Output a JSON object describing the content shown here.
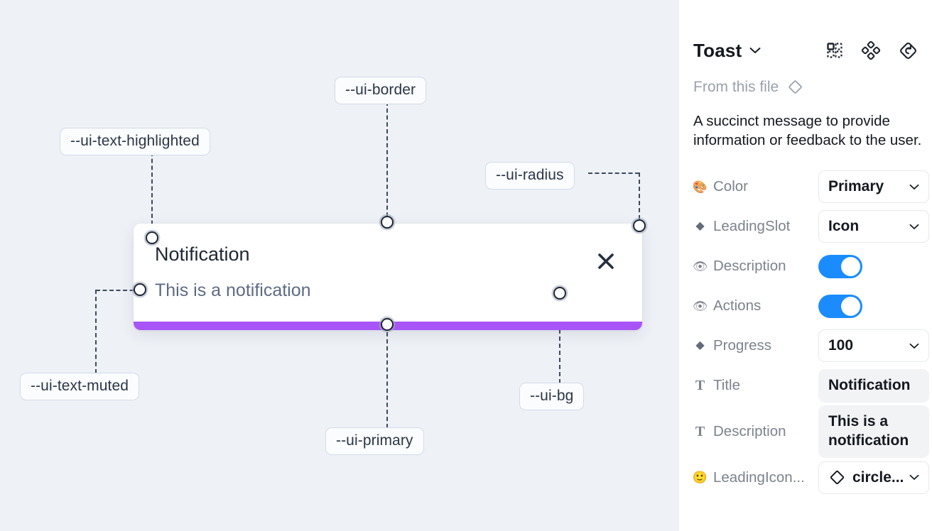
{
  "canvas": {
    "tokens": [
      {
        "name": "ui-text-highlighted",
        "label": "--ui-text-highlighted"
      },
      {
        "name": "ui-border",
        "label": "--ui-border"
      },
      {
        "name": "ui-radius",
        "label": "--ui-radius"
      },
      {
        "name": "ui-text-muted",
        "label": "--ui-text-muted"
      },
      {
        "name": "ui-primary",
        "label": "--ui-primary"
      },
      {
        "name": "ui-bg",
        "label": "--ui-bg"
      }
    ],
    "toast": {
      "title": "Notification",
      "description": "This is a notification",
      "close_icon": "close-icon",
      "progress_color": "#a855f7"
    },
    "background_color": "#eef1f6"
  },
  "panel": {
    "title": "Toast",
    "from_file_label": "From this file",
    "description": "A succinct message to provide information or feedback to the user.",
    "header_icons": [
      {
        "name": "component-grid-icon"
      },
      {
        "name": "variants-diamonds-icon"
      },
      {
        "name": "reset-instance-icon"
      }
    ],
    "properties": [
      {
        "icon": "palette-emoji",
        "glyph": "🎨",
        "label": "Color",
        "control": "select",
        "value": "Primary"
      },
      {
        "icon": "diamond-icon",
        "glyph": "◆",
        "label": "LeadingSlot",
        "control": "select",
        "value": "Icon"
      },
      {
        "icon": "eye-emoji",
        "glyph": "👁",
        "label": "Description",
        "control": "toggle",
        "value": "on"
      },
      {
        "icon": "eye-emoji",
        "glyph": "👁",
        "label": "Actions",
        "control": "toggle",
        "value": "on"
      },
      {
        "icon": "diamond-icon",
        "glyph": "◆",
        "label": "Progress",
        "control": "select",
        "value": "100"
      },
      {
        "icon": "text-type-icon",
        "glyph": "T",
        "label": "Title",
        "control": "text",
        "value": "Notification"
      },
      {
        "icon": "text-type-icon",
        "glyph": "T",
        "label": "Description",
        "control": "text",
        "value": "This is a notification"
      },
      {
        "icon": "smiley-emoji",
        "glyph": "🙂",
        "label": "LeadingIcon...",
        "control": "icon-select",
        "value": "circle..."
      }
    ]
  }
}
